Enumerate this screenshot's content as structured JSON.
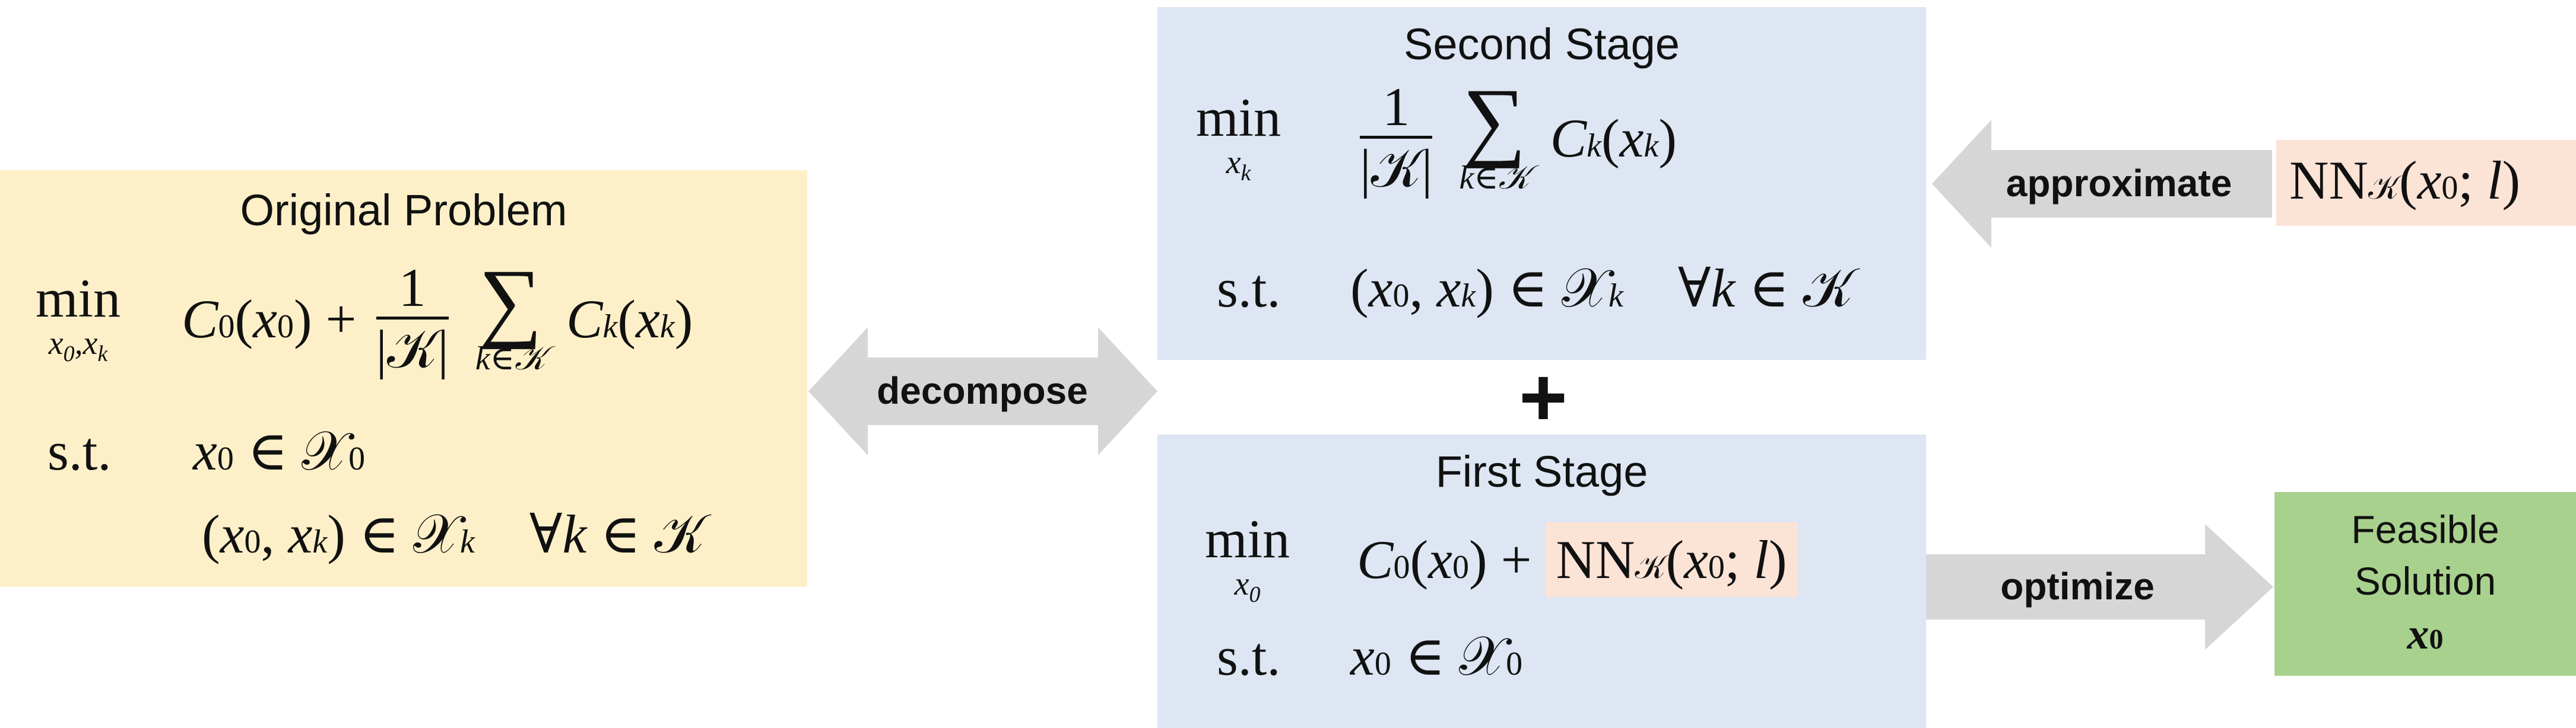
{
  "colors": {
    "original_bg": "#fdf0c8",
    "stage_bg": "#dde6f2",
    "nn_bg": "#fbe3d6",
    "feasible_bg": "#a9d18e",
    "arrow": "#d6d6d6"
  },
  "original": {
    "title": "Original Problem",
    "min_op": "min",
    "min_sub": "x0,xk",
    "st": "s.t."
  },
  "second": {
    "title": "Second Stage",
    "min_op": "min",
    "min_sub": "xk",
    "st": "s.t."
  },
  "first": {
    "title": "First Stage",
    "min_op": "min",
    "min_sub": "x0",
    "st": "s.t."
  },
  "plus": "+",
  "arrows": {
    "decompose": "decompose",
    "approximate": "approximate",
    "optimize": "optimize"
  },
  "feasible": {
    "line1": "Feasible",
    "line2": "Solution",
    "var": "x0"
  }
}
